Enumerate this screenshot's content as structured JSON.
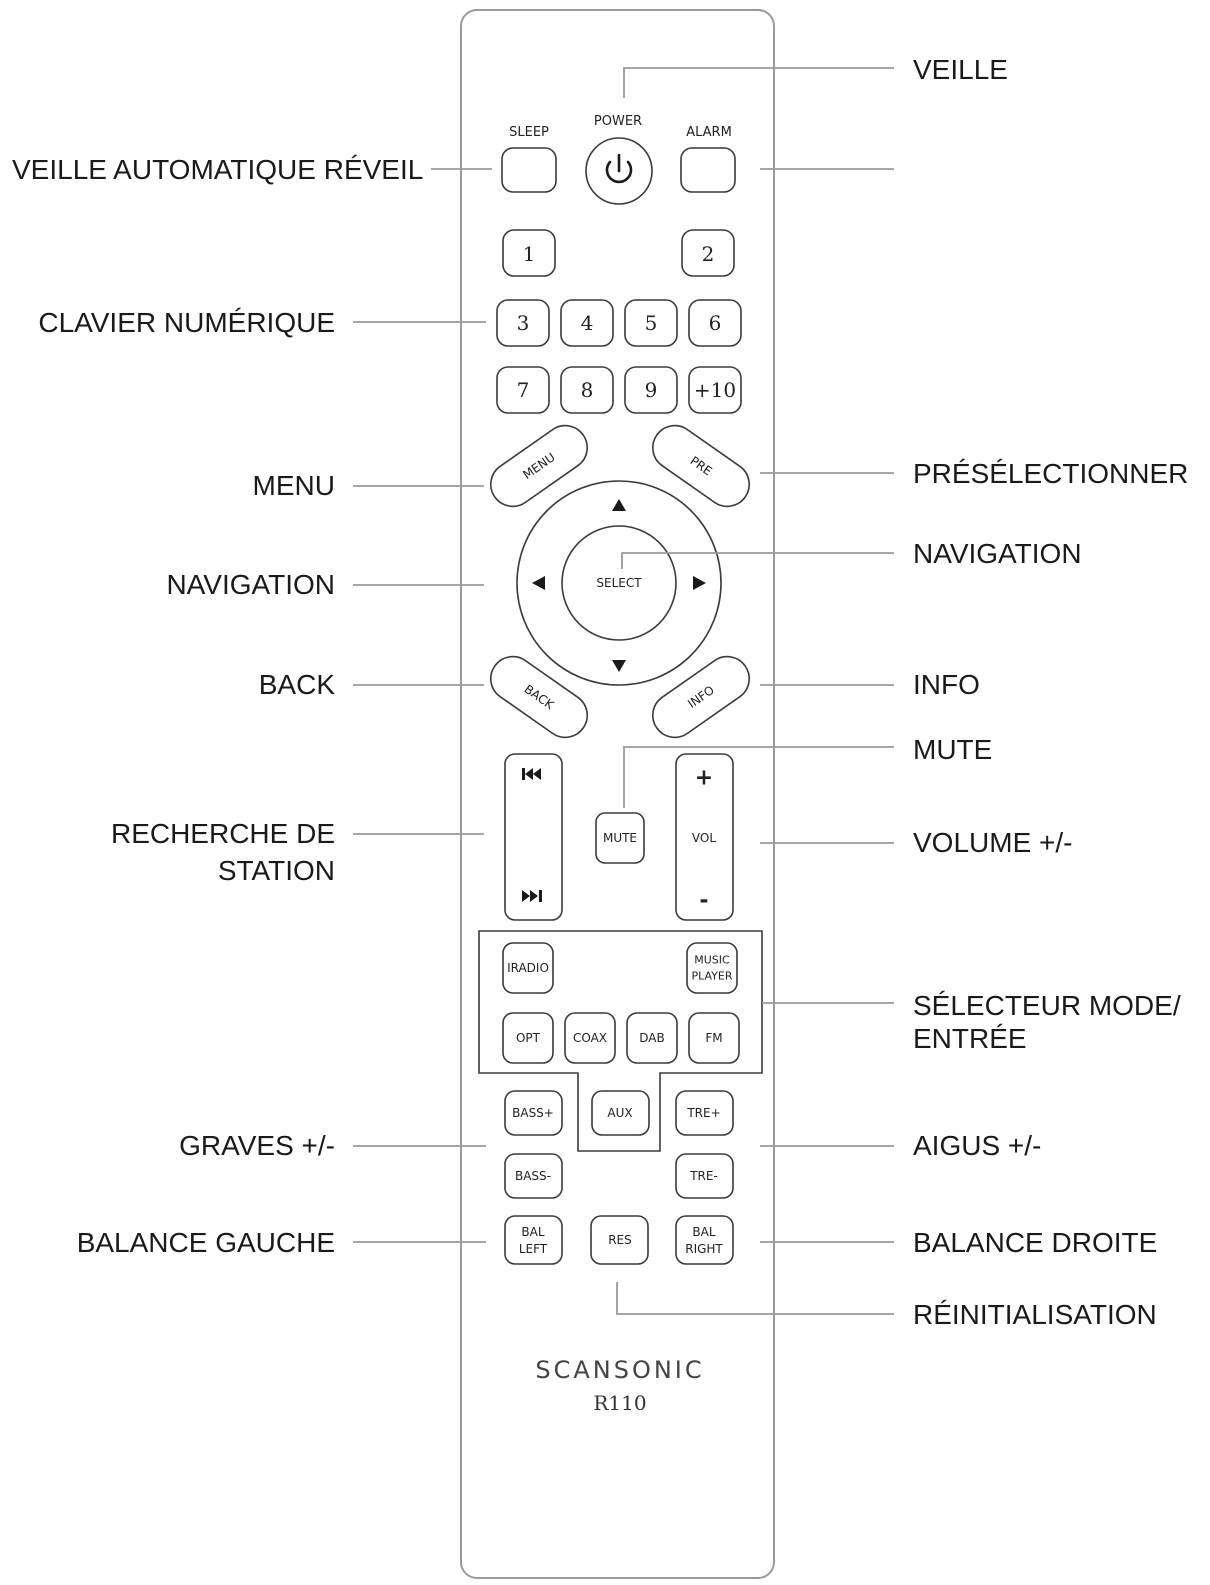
{
  "remote": {
    "brand": "SCANSONIC",
    "model": "R110",
    "buttons": {
      "sleep": "SLEEP",
      "power": "POWER",
      "alarm": "ALARM",
      "num_1": "1",
      "num_2": "2",
      "num_3": "3",
      "num_4": "4",
      "num_5": "5",
      "num_6": "6",
      "num_7": "7",
      "num_8": "8",
      "num_9": "9",
      "num_plus10": "+10",
      "menu": "MENU",
      "pre": "PRE",
      "select": "SELECT",
      "back": "BACK",
      "info": "INFO",
      "mute": "MUTE",
      "vol": "VOL",
      "vol_plus": "+",
      "vol_minus": "-",
      "iradio": "IRADIO",
      "music_player_line1": "MUSIC",
      "music_player_line2": "PLAYER",
      "opt": "OPT",
      "coax": "COAX",
      "dab": "DAB",
      "fm": "FM",
      "aux": "AUX",
      "bass_plus": "BASS+",
      "bass_minus": "BASS-",
      "tre_plus": "TRE+",
      "tre_minus": "TRE-",
      "bal_left_line1": "BAL",
      "bal_left_line2": "LEFT",
      "res": "RES",
      "bal_right_line1": "BAL",
      "bal_right_line2": "RIGHT"
    }
  },
  "callouts": {
    "veille": "VEILLE",
    "veille_auto_reveil": "VEILLE AUTOMATIQUE RÉVEIL",
    "clavier": "CLAVIER NUMÉRIQUE",
    "menu": "MENU",
    "preselectionner": "PRÉSÉLECTIONNER",
    "navigation_left": "NAVIGATION",
    "navigation_right": "NAVIGATION",
    "back": "BACK",
    "info": "INFO",
    "mute": "MUTE",
    "recherche_line1": "RECHERCHE DE",
    "recherche_line2": "STATION",
    "volume": "VOLUME +/-",
    "selecteur_line1": "SÉLECTEUR MODE/",
    "selecteur_line2": "ENTRÉE",
    "graves": "GRAVES +/-",
    "aigus": "AIGUS +/-",
    "balance_gauche": "BALANCE GAUCHE",
    "balance_droite": "BALANCE DROITE",
    "reinitialisation": "RÉINITIALISATION"
  }
}
